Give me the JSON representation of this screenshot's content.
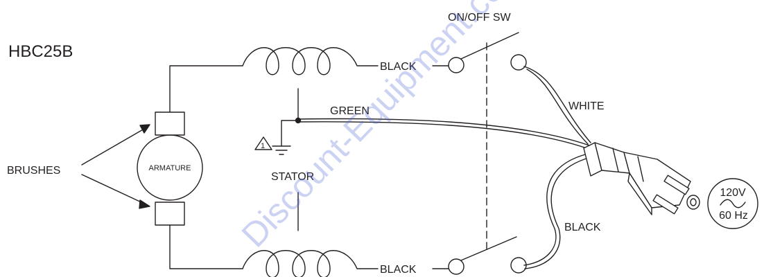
{
  "diagram": {
    "model": "HBC25B",
    "labels": {
      "switch": "ON/OFF SW",
      "black_top": "BLACK",
      "black_bottom": "BLACK",
      "black_cord": "BLACK",
      "green": "GREEN",
      "white": "WHITE",
      "brushes": "BRUSHES",
      "armature": "ARMATURE",
      "stator": "STATOR",
      "ground_note": "1",
      "voltage": "120V",
      "frequency": "60 Hz"
    },
    "watermark": "Discount-Equipment.com",
    "colors": {
      "line": "#231f20",
      "watermark": "#4a5fd0"
    }
  }
}
